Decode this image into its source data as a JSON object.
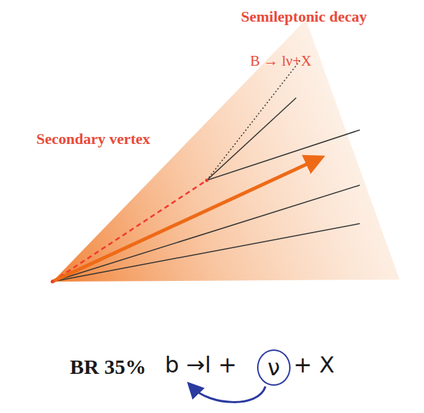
{
  "diagram": {
    "nodes": [
      {
        "text": [
          "ν"
        ]
      }
    ],
    "labels": [
      "Semileptonic decay",
      "B → lν+X",
      "Secondary vertex",
      "BR 35%",
      "b →l +",
      "+ X"
    ]
  }
}
